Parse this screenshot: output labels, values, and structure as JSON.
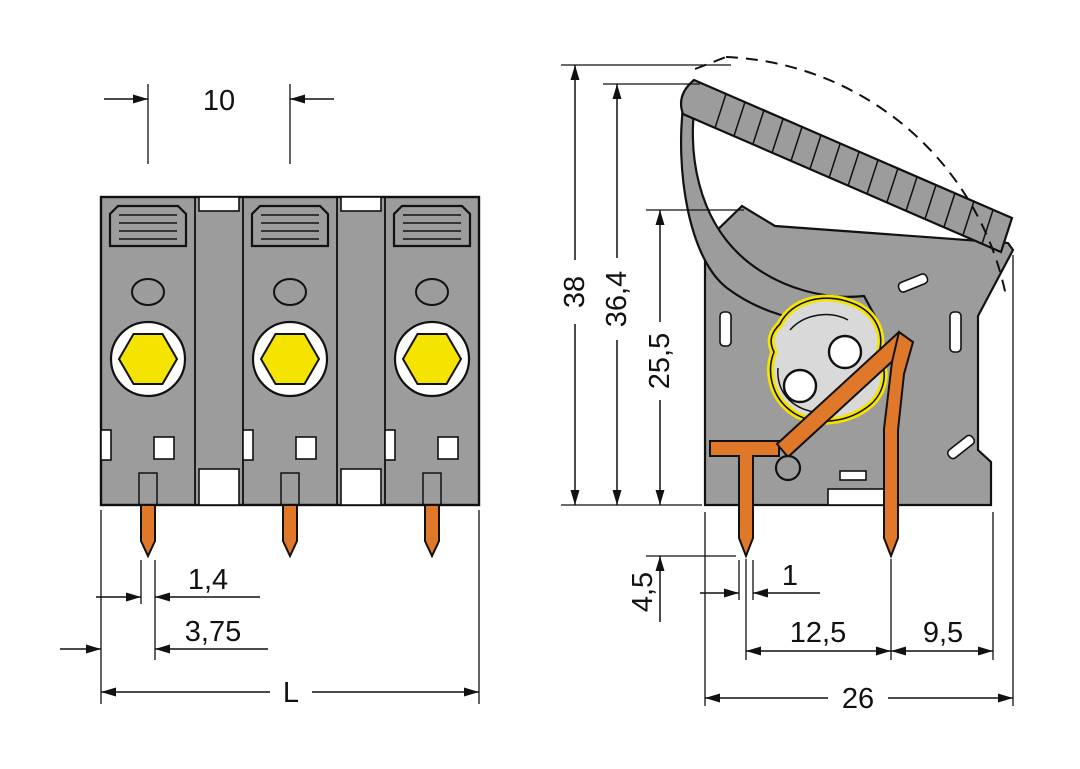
{
  "drawing": {
    "front_view": {
      "poles": 3,
      "dims": {
        "pole_pitch": "10",
        "pin_width": "1,4",
        "pin_offset": "3,75",
        "overall_length": "L"
      }
    },
    "side_view": {
      "dims": {
        "total_height": "38",
        "lever_height": "36,4",
        "body_height": "25,5",
        "pin_protrusion": "4,5",
        "pin_thickness": "1",
        "pin_row_spacing": "12,5",
        "edge_distance": "9,5",
        "overall_depth": "26"
      }
    },
    "colors": {
      "body_gray": "#9c9c9c",
      "button_yellow": "#f5e400",
      "conductor_orange": "#e0782a",
      "line_black": "#111111",
      "background": "#ffffff"
    }
  }
}
